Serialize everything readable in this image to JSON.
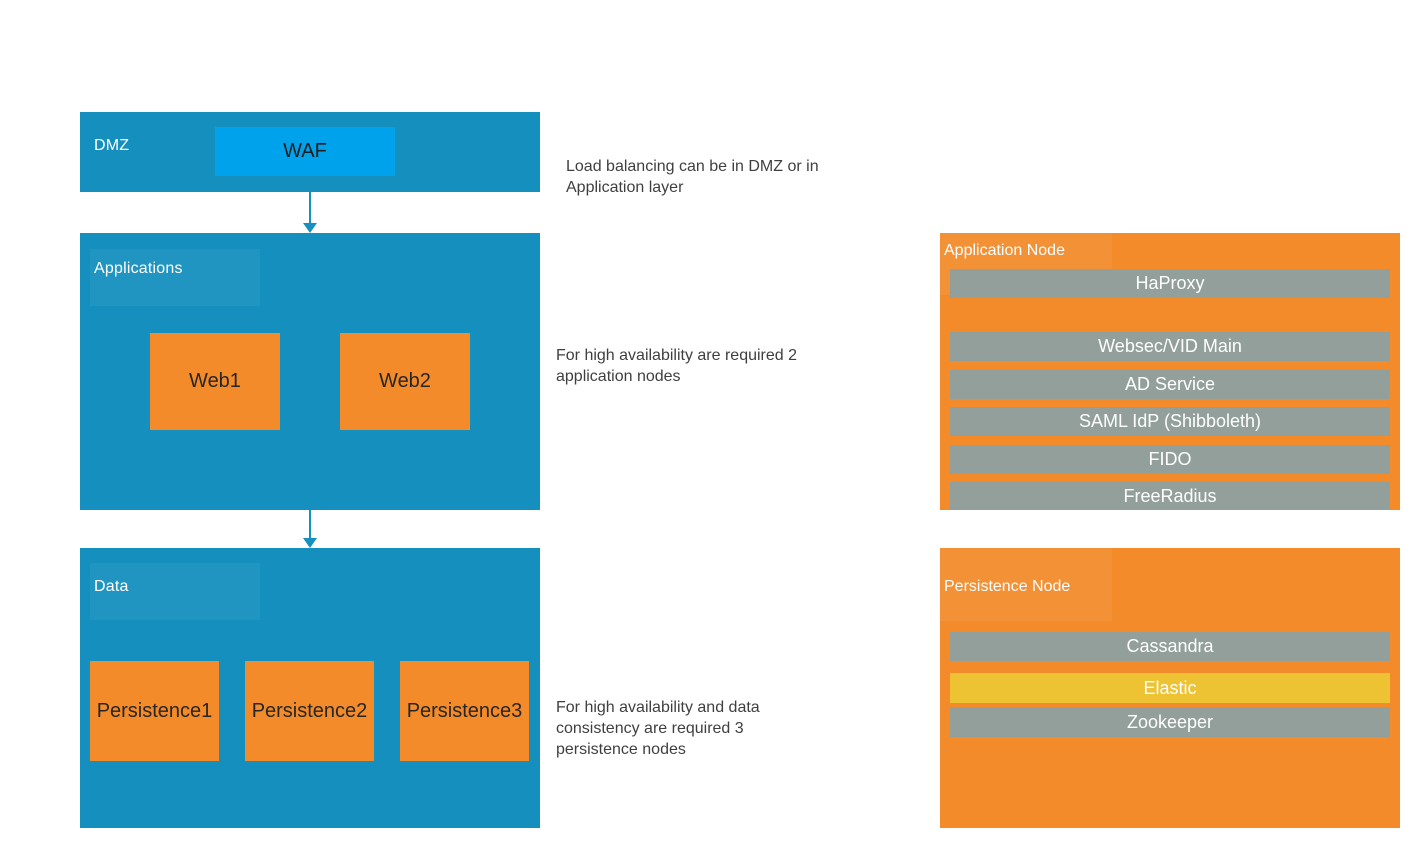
{
  "diagram": {
    "layers": [
      {
        "label": "DMZ",
        "boxes": [
          {
            "label": "WAF"
          }
        ]
      },
      {
        "label": "Applications",
        "boxes": [
          {
            "label": "Web1"
          },
          {
            "label": "Web2"
          }
        ]
      },
      {
        "label": "Data",
        "boxes": [
          {
            "label": "Persistence1"
          },
          {
            "label": "Persistence2"
          },
          {
            "label": "Persistence3"
          }
        ]
      }
    ],
    "annotations": [
      {
        "text": "Load balancing can be in DMZ or in\nApplication layer"
      },
      {
        "text": "For high availability are required 2\napplication nodes"
      },
      {
        "text": "For high availability and data\nconsistency are required 3\npersistence nodes"
      }
    ],
    "panels": [
      {
        "title": "Application Node",
        "services": [
          {
            "label": "HaProxy"
          },
          {
            "label": "Websec/VID Main"
          },
          {
            "label": "AD Service"
          },
          {
            "label": "SAML IdP (Shibboleth)"
          },
          {
            "label": "FIDO"
          },
          {
            "label": "FreeRadius"
          }
        ]
      },
      {
        "title": "Persistence Node",
        "services": [
          {
            "label": "Cassandra"
          },
          {
            "label": "Elastic"
          },
          {
            "label": "Zookeeper"
          }
        ]
      }
    ],
    "colors": {
      "layer_blue": "#148FBE",
      "waf_blue": "#00A2EC",
      "node_orange": "#F38B2A",
      "service_gray": "#929F9B",
      "service_yellow": "#EDC334",
      "arrow_blue": "#1590C0",
      "annotation_text": "#3F3F3F",
      "panel_text": "#FFFFFF",
      "node_text": "#262626"
    }
  }
}
